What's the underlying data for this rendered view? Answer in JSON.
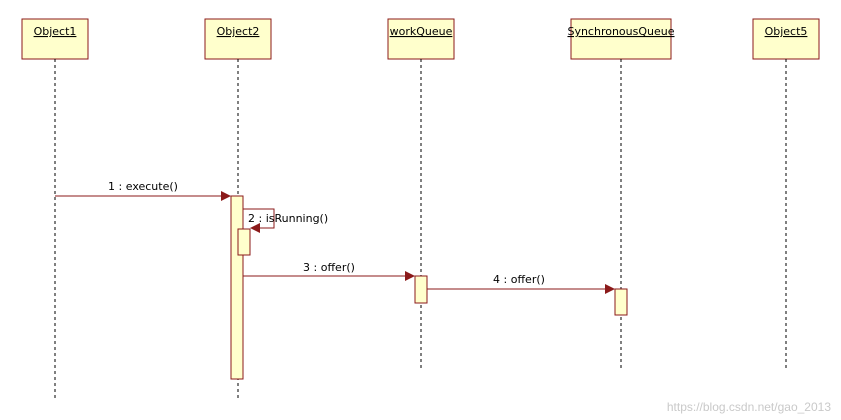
{
  "colors": {
    "box_fill": "#ffffcc",
    "box_stroke": "#8b1a1a",
    "message": "#8b1a1a"
  },
  "lifelines": [
    {
      "id": "obj1",
      "name": "Object1"
    },
    {
      "id": "obj2",
      "name": "Object2"
    },
    {
      "id": "wq",
      "name": "workQueue"
    },
    {
      "id": "sq",
      "name": "SynchronousQueue"
    },
    {
      "id": "obj5",
      "name": "Object5"
    }
  ],
  "messages": [
    {
      "label": "1 : execute()",
      "from": "obj1",
      "to": "obj2"
    },
    {
      "label": "2 : isRunning()",
      "from": "obj2",
      "to": "obj2"
    },
    {
      "label": "3 : offer()",
      "from": "obj2",
      "to": "wq"
    },
    {
      "label": "4 : offer()",
      "from": "wq",
      "to": "sq"
    }
  ],
  "watermark": "https://blog.csdn.net/gao_2013"
}
